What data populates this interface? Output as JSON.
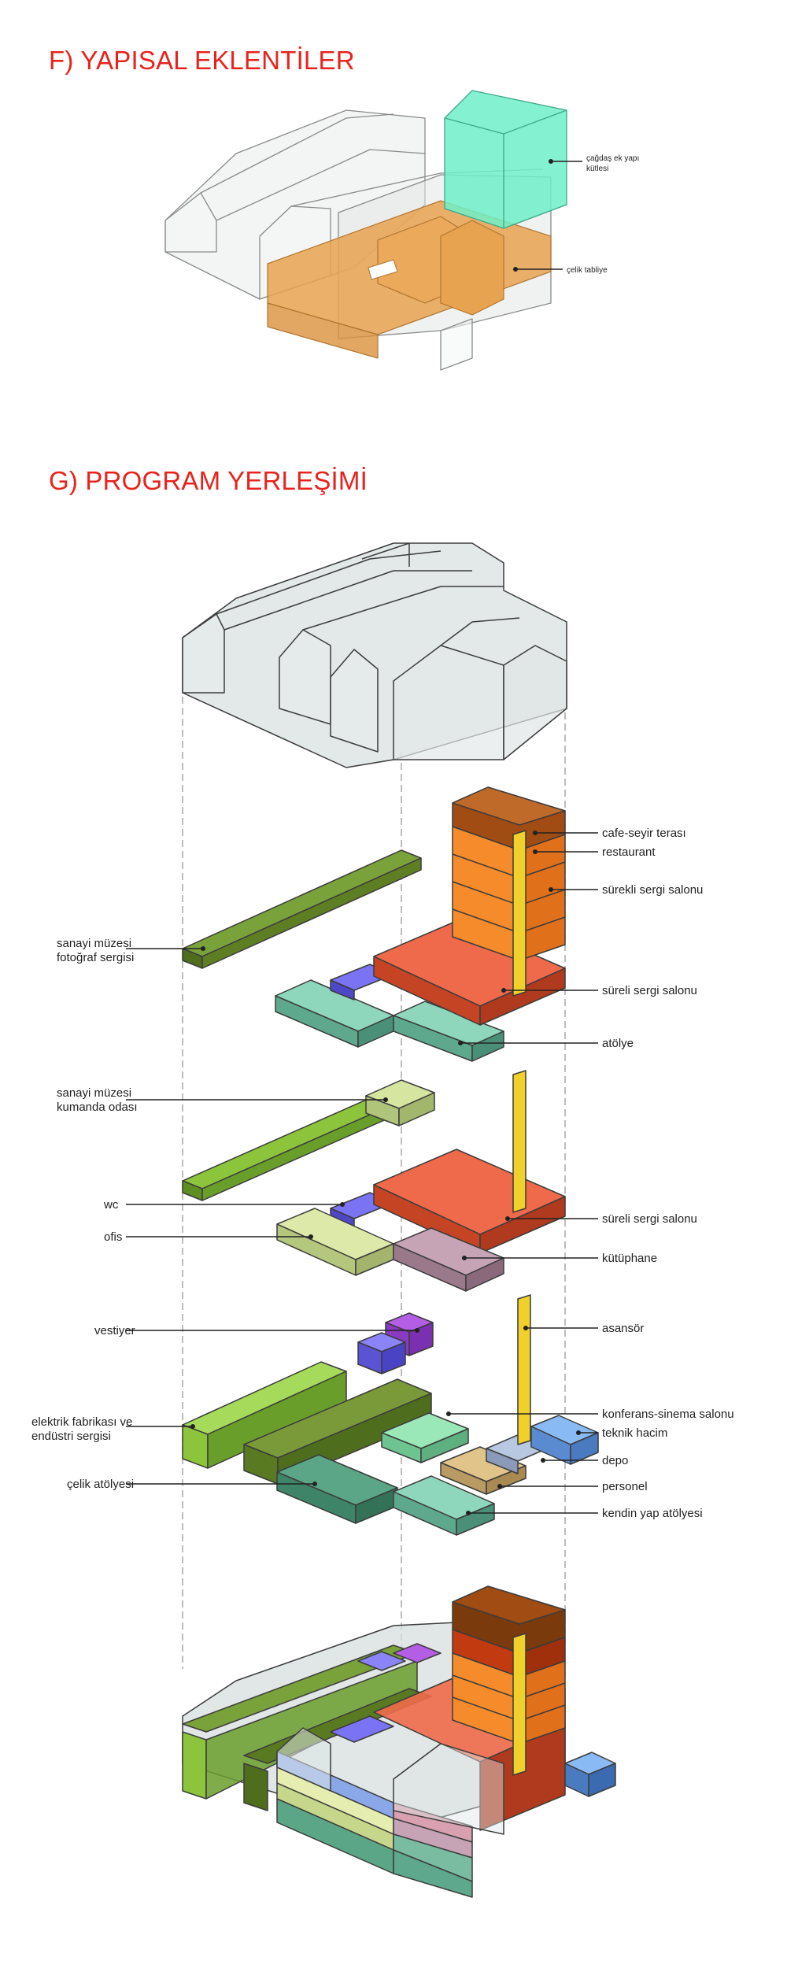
{
  "sections": {
    "f_title": "F) YAPISAL EKLENTİLER",
    "g_title": "G) PROGRAM YERLEŞİMİ"
  },
  "f_labels": {
    "addition_line1": "çağdaş ek yapı",
    "addition_line2": "kütlesi",
    "steel_mezzanine": "çelik tabliye"
  },
  "level1_labels": {
    "cafe": "cafe-seyir terası",
    "restaurant": "restaurant",
    "permanent": "sürekli sergi salonu",
    "temporary": "süreli sergi salonu",
    "atelier": "atölye",
    "museum_line1": "sanayi müzesi",
    "museum_line2": "fotoğraf sergisi"
  },
  "level2_labels": {
    "museum_line1": "sanayi müzesi",
    "museum_line2": "kumanda odası",
    "wc": "wc",
    "office": "ofis",
    "temporary": "süreli sergi salonu",
    "library": "kütüphane"
  },
  "level3_labels": {
    "vestiyer": "vestiyer",
    "elec_line1": "elektrik fabrikası ve",
    "elec_line2": "endüstri sergisi",
    "steel_workshop": "çelik atölyesi",
    "elevator": "asansör",
    "conference": "konferans-sinema salonu",
    "technical": "teknik hacim",
    "depot": "depo",
    "personnel": "personel",
    "diy": "kendin yap atölyesi"
  },
  "colors": {
    "title_red": "#e8231d",
    "addition_cyan": "#6ff0c8",
    "mezzanine_orange": "#e8a350",
    "dark_green": "#6a8a2a",
    "light_green": "#8cc43c",
    "pale_green": "#d6e6a0",
    "teal": "#6bbfa4",
    "red_orange": "#ea5a3a",
    "brown_top": "#9a4a10",
    "orange_floor": "#f58b2a",
    "yellow": "#f0d02a",
    "blue_purple": "#6a64ee",
    "violet": "#a24ad8",
    "mauve": "#b890a6",
    "mint": "#9ae8b8",
    "tan": "#e0c48a",
    "sky_blue": "#7aaaee"
  }
}
